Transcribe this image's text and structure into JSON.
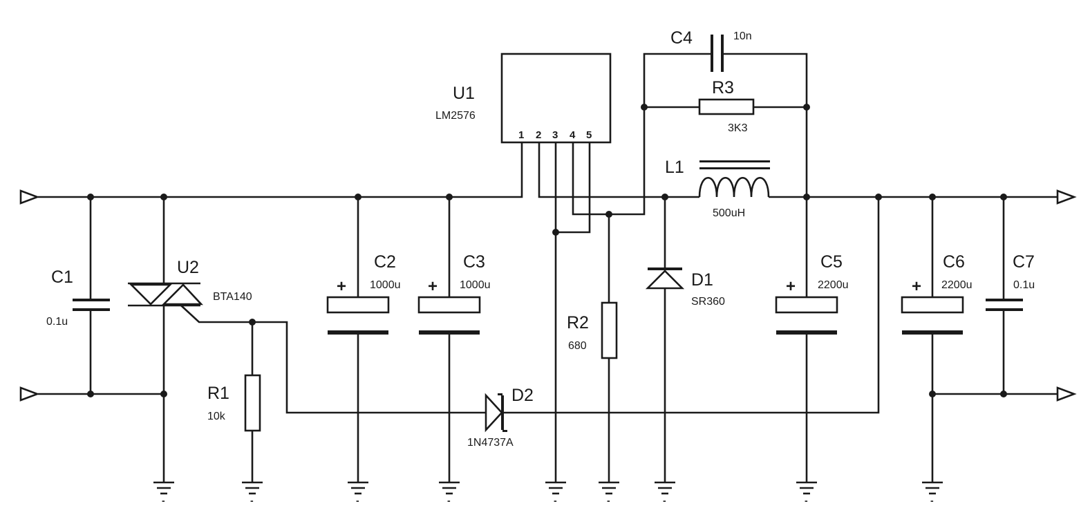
{
  "components": {
    "u1": {
      "ref": "U1",
      "value": "LM2576",
      "pins": [
        "1",
        "2",
        "3",
        "4",
        "5"
      ]
    },
    "u2": {
      "ref": "U2",
      "value": "BTA140"
    },
    "c1": {
      "ref": "C1",
      "value": "0.1u"
    },
    "c2": {
      "ref": "C2",
      "value": "1000u"
    },
    "c3": {
      "ref": "C3",
      "value": "1000u"
    },
    "c4": {
      "ref": "C4",
      "value": "10n"
    },
    "c5": {
      "ref": "C5",
      "value": "2200u"
    },
    "c6": {
      "ref": "C6",
      "value": "2200u"
    },
    "c7": {
      "ref": "C7",
      "value": "0.1u"
    },
    "r1": {
      "ref": "R1",
      "value": "10k"
    },
    "r2": {
      "ref": "R2",
      "value": "680"
    },
    "r3": {
      "ref": "R3",
      "value": "3K3"
    },
    "l1": {
      "ref": "L1",
      "value": "500uH"
    },
    "d1": {
      "ref": "D1",
      "value": "SR360"
    },
    "d2": {
      "ref": "D2",
      "value": "1N4737A"
    }
  },
  "symbols": {
    "plus": "+",
    "ground_mark": "-"
  }
}
